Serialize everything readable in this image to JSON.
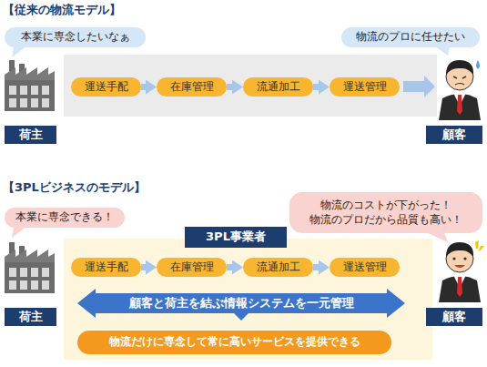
{
  "diagram": {
    "nodes": [
      {
        "text": [
          "本業に専念したいなぁ"
        ]
      },
      {
        "text": [
          "物流のプロに任せたい"
        ]
      },
      {
        "text": [
          "運送手配"
        ]
      },
      {
        "text": [
          "在庫管理"
        ]
      },
      {
        "text": [
          "流通加工"
        ]
      },
      {
        "text": [
          "運送管理"
        ]
      },
      {
        "text": [
          "荷主"
        ]
      },
      {
        "text": [
          "顧客"
        ]
      },
      {
        "text": [
          "本業に専念できる！"
        ]
      },
      {
        "text": [
          "物流のコストが下がった！ 物流のプロだから品質も高い！"
        ]
      },
      {
        "text": [
          "3PL事業者"
        ]
      },
      {
        "text": [
          "運送手配"
        ],
        "in": 10
      },
      {
        "text": [
          "在庫管理"
        ],
        "in": 10
      },
      {
        "text": [
          "流通加工"
        ],
        "in": 10
      },
      {
        "text": [
          "運送管理"
        ],
        "in": 10
      },
      {
        "text": [
          "顧客と荷主を結ぶ情報システムを一元管理"
        ],
        "in": 10
      },
      {
        "text": [
          "物流だけに専念して常に高いサービスを提供できる"
        ],
        "in": 10
      },
      {
        "text": [
          "荷主"
        ]
      },
      {
        "text": [
          "顧客"
        ]
      }
    ],
    "edges": [
      {
        "from": 2,
        "to": 3,
        "arrow": "to"
      },
      {
        "from": 3,
        "to": 4,
        "arrow": "to"
      },
      {
        "from": 4,
        "to": 5,
        "arrow": "to"
      },
      {
        "from": 11,
        "to": 12,
        "arrow": "to"
      },
      {
        "from": 12,
        "to": 13,
        "arrow": "to"
      },
      {
        "from": 13,
        "to": 14,
        "arrow": "to"
      }
    ],
    "labels": [
      "【従来の物流モデル】",
      "【3PLビジネスのモデル】"
    ]
  }
}
